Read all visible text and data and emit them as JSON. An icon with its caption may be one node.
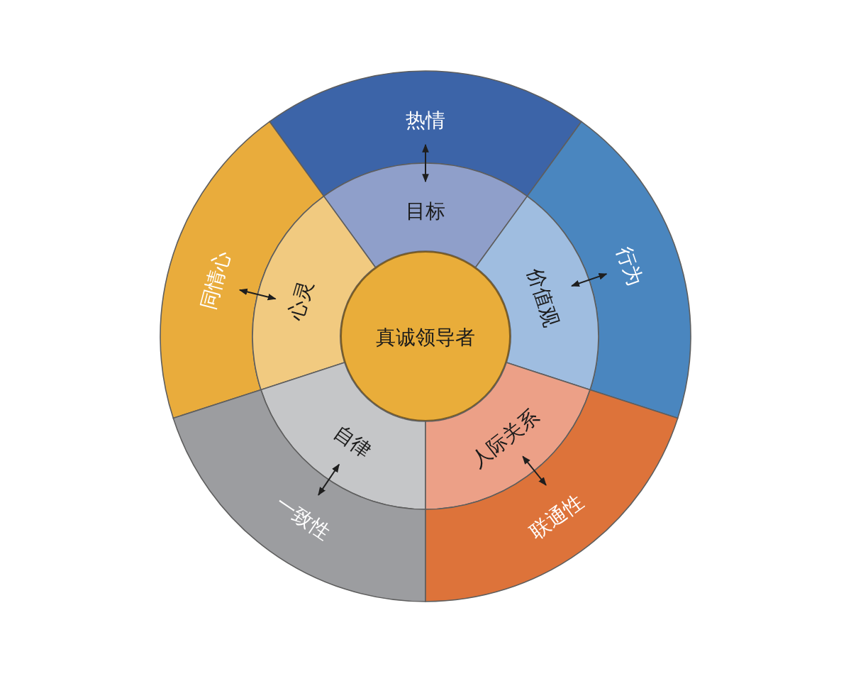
{
  "diagram": {
    "nodes": [
      {
        "text": [
          "热情"
        ]
      },
      {
        "text": [
          "目标"
        ]
      },
      {
        "text": [
          "同情心"
        ]
      },
      {
        "text": [
          "行为"
        ]
      },
      {
        "text": [
          "心灵"
        ]
      },
      {
        "text": [
          "价值观"
        ]
      },
      {
        "text": [
          "真诚领导者"
        ]
      },
      {
        "text": [
          "自律"
        ]
      },
      {
        "text": [
          "人际关系"
        ]
      },
      {
        "text": [
          "一致性"
        ]
      },
      {
        "text": [
          "联通性"
        ]
      }
    ],
    "edges": [
      {
        "from": 1,
        "to": 0,
        "arrow": "both"
      },
      {
        "from": 4,
        "to": 2,
        "arrow": "both"
      },
      {
        "from": 5,
        "to": 3,
        "arrow": "both"
      },
      {
        "from": 7,
        "to": 9,
        "arrow": "both"
      },
      {
        "from": 8,
        "to": 10,
        "arrow": "both"
      }
    ]
  }
}
